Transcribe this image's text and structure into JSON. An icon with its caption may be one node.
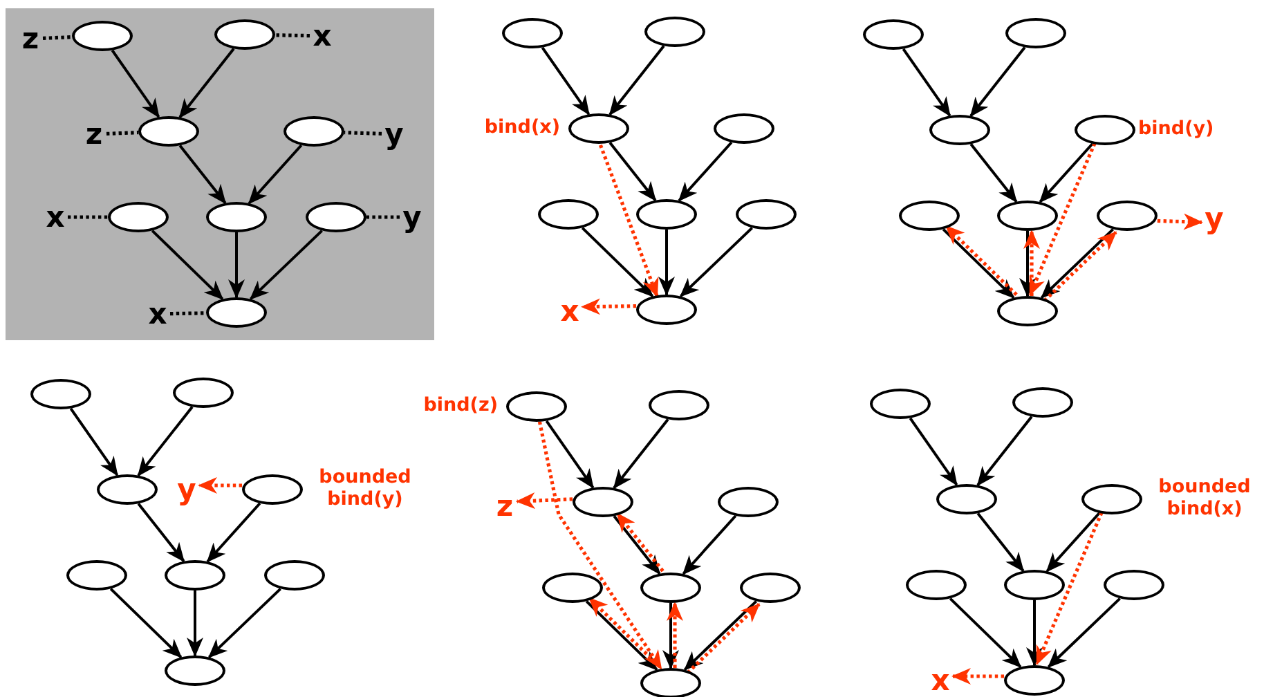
{
  "diagram": {
    "nodes": [
      {
        "text": [],
        "shape": "box"
      },
      {
        "text": [],
        "shape": "ellipse",
        "in": 0
      },
      {
        "text": [],
        "shape": "ellipse",
        "in": 0
      },
      {
        "text": [],
        "shape": "ellipse",
        "in": 0
      },
      {
        "text": [],
        "shape": "ellipse",
        "in": 0
      },
      {
        "text": [],
        "shape": "ellipse",
        "in": 0
      },
      {
        "text": [],
        "shape": "ellipse",
        "in": 0
      },
      {
        "text": [],
        "shape": "ellipse",
        "in": 0
      },
      {
        "text": [],
        "shape": "ellipse",
        "in": 0
      },
      {
        "text": [
          "z"
        ],
        "in": 0
      },
      {
        "text": [
          "x"
        ],
        "in": 0
      },
      {
        "text": [
          "z"
        ],
        "in": 0
      },
      {
        "text": [
          "y"
        ],
        "in": 0
      },
      {
        "text": [
          "x"
        ],
        "in": 0
      },
      {
        "text": [
          "y"
        ],
        "in": 0
      },
      {
        "text": [
          "x"
        ],
        "in": 0
      },
      {
        "text": [],
        "shape": "ellipse"
      },
      {
        "text": [],
        "shape": "ellipse"
      },
      {
        "text": [],
        "shape": "ellipse",
        "beside": [
          "bind(x)"
        ]
      },
      {
        "text": [],
        "shape": "ellipse"
      },
      {
        "text": [],
        "shape": "ellipse"
      },
      {
        "text": [],
        "shape": "ellipse"
      },
      {
        "text": [],
        "shape": "ellipse"
      },
      {
        "text": [],
        "shape": "ellipse"
      },
      {
        "text": [
          "x"
        ]
      },
      {
        "text": [],
        "shape": "ellipse"
      },
      {
        "text": [],
        "shape": "ellipse"
      },
      {
        "text": [],
        "shape": "ellipse"
      },
      {
        "text": [],
        "shape": "ellipse",
        "beside": [
          "bind(y)"
        ]
      },
      {
        "text": [],
        "shape": "ellipse"
      },
      {
        "text": [],
        "shape": "ellipse"
      },
      {
        "text": [],
        "shape": "ellipse"
      },
      {
        "text": [],
        "shape": "ellipse"
      },
      {
        "text": [
          "y"
        ]
      },
      {
        "text": [],
        "shape": "ellipse"
      },
      {
        "text": [],
        "shape": "ellipse"
      },
      {
        "text": [],
        "shape": "ellipse"
      },
      {
        "text": [],
        "shape": "ellipse",
        "beside": [
          "bounded bind(y)"
        ]
      },
      {
        "text": [],
        "shape": "ellipse"
      },
      {
        "text": [],
        "shape": "ellipse"
      },
      {
        "text": [],
        "shape": "ellipse"
      },
      {
        "text": [],
        "shape": "ellipse"
      },
      {
        "text": [
          "y"
        ]
      },
      {
        "text": [],
        "shape": "ellipse",
        "beside": [
          "bind(z)"
        ]
      },
      {
        "text": [],
        "shape": "ellipse"
      },
      {
        "text": [],
        "shape": "ellipse"
      },
      {
        "text": [],
        "shape": "ellipse"
      },
      {
        "text": [],
        "shape": "ellipse"
      },
      {
        "text": [],
        "shape": "ellipse"
      },
      {
        "text": [],
        "shape": "ellipse"
      },
      {
        "text": [],
        "shape": "ellipse"
      },
      {
        "text": [
          "z"
        ]
      },
      {
        "text": [],
        "shape": "ellipse"
      },
      {
        "text": [],
        "shape": "ellipse"
      },
      {
        "text": [],
        "shape": "ellipse"
      },
      {
        "text": [],
        "shape": "ellipse",
        "beside": [
          "bounded bind(x)"
        ]
      },
      {
        "text": [],
        "shape": "ellipse"
      },
      {
        "text": [],
        "shape": "ellipse"
      },
      {
        "text": [],
        "shape": "ellipse"
      },
      {
        "text": [],
        "shape": "ellipse"
      },
      {
        "text": [
          "x"
        ]
      }
    ],
    "edges": [
      {
        "from": 1,
        "to": 3,
        "arrow": "to"
      },
      {
        "from": 2,
        "to": 3,
        "arrow": "to"
      },
      {
        "from": 3,
        "to": 6,
        "arrow": "to"
      },
      {
        "from": 4,
        "to": 6,
        "arrow": "to"
      },
      {
        "from": 5,
        "to": 8,
        "arrow": "to"
      },
      {
        "from": 6,
        "to": 8,
        "arrow": "to"
      },
      {
        "from": 7,
        "to": 8,
        "arrow": "to"
      },
      {
        "from": 9,
        "to": 1,
        "arrow": "none",
        "style": "dashed"
      },
      {
        "from": 10,
        "to": 2,
        "arrow": "none",
        "style": "dashed"
      },
      {
        "from": 11,
        "to": 3,
        "arrow": "none",
        "style": "dashed"
      },
      {
        "from": 12,
        "to": 4,
        "arrow": "none",
        "style": "dashed"
      },
      {
        "from": 13,
        "to": 5,
        "arrow": "none",
        "style": "dashed"
      },
      {
        "from": 14,
        "to": 7,
        "arrow": "none",
        "style": "dashed"
      },
      {
        "from": 15,
        "to": 8,
        "arrow": "none",
        "style": "dashed"
      },
      {
        "from": 16,
        "to": 18,
        "arrow": "to"
      },
      {
        "from": 17,
        "to": 18,
        "arrow": "to"
      },
      {
        "from": 18,
        "to": 21,
        "arrow": "to"
      },
      {
        "from": 19,
        "to": 21,
        "arrow": "to"
      },
      {
        "from": 20,
        "to": 23,
        "arrow": "to"
      },
      {
        "from": 21,
        "to": 23,
        "arrow": "to"
      },
      {
        "from": 22,
        "to": 23,
        "arrow": "to"
      },
      {
        "from": 18,
        "to": 23,
        "arrow": "to",
        "style": "dashed",
        "color": "#ff3300"
      },
      {
        "from": 23,
        "to": 24,
        "arrow": "to",
        "style": "dashed",
        "color": "#ff3300"
      },
      {
        "from": 25,
        "to": 27,
        "arrow": "to"
      },
      {
        "from": 26,
        "to": 27,
        "arrow": "to"
      },
      {
        "from": 27,
        "to": 30,
        "arrow": "to"
      },
      {
        "from": 28,
        "to": 30,
        "arrow": "to"
      },
      {
        "from": 29,
        "to": 32,
        "arrow": "to"
      },
      {
        "from": 30,
        "to": 32,
        "arrow": "to"
      },
      {
        "from": 31,
        "to": 32,
        "arrow": "to"
      },
      {
        "from": 28,
        "to": 32,
        "arrow": "to",
        "style": "dashed",
        "color": "#ff3300"
      },
      {
        "from": 32,
        "to": 29,
        "arrow": "to",
        "style": "dashed",
        "color": "#ff3300"
      },
      {
        "from": 32,
        "to": 30,
        "arrow": "to",
        "style": "dashed",
        "color": "#ff3300"
      },
      {
        "from": 32,
        "to": 31,
        "arrow": "to",
        "style": "dashed",
        "color": "#ff3300"
      },
      {
        "from": 31,
        "to": 33,
        "arrow": "to",
        "style": "dashed",
        "color": "#ff3300"
      },
      {
        "from": 34,
        "to": 36,
        "arrow": "to"
      },
      {
        "from": 35,
        "to": 36,
        "arrow": "to"
      },
      {
        "from": 36,
        "to": 39,
        "arrow": "to"
      },
      {
        "from": 37,
        "to": 39,
        "arrow": "to"
      },
      {
        "from": 38,
        "to": 41,
        "arrow": "to"
      },
      {
        "from": 39,
        "to": 41,
        "arrow": "to"
      },
      {
        "from": 40,
        "to": 41,
        "arrow": "to"
      },
      {
        "from": 37,
        "to": 42,
        "arrow": "to",
        "style": "dashed",
        "color": "#ff3300"
      },
      {
        "from": 43,
        "to": 45,
        "arrow": "to"
      },
      {
        "from": 44,
        "to": 45,
        "arrow": "to"
      },
      {
        "from": 45,
        "to": 48,
        "arrow": "to"
      },
      {
        "from": 46,
        "to": 48,
        "arrow": "to"
      },
      {
        "from": 47,
        "to": 50,
        "arrow": "to"
      },
      {
        "from": 48,
        "to": 50,
        "arrow": "to"
      },
      {
        "from": 49,
        "to": 50,
        "arrow": "to"
      },
      {
        "from": 43,
        "to": 50,
        "arrow": "to",
        "style": "dashed",
        "color": "#ff3300"
      },
      {
        "from": 50,
        "to": 47,
        "arrow": "to",
        "style": "dashed",
        "color": "#ff3300"
      },
      {
        "from": 50,
        "to": 48,
        "arrow": "to",
        "style": "dashed",
        "color": "#ff3300"
      },
      {
        "from": 50,
        "to": 49,
        "arrow": "to",
        "style": "dashed",
        "color": "#ff3300"
      },
      {
        "from": 48,
        "to": 45,
        "arrow": "to",
        "style": "dashed",
        "color": "#ff3300"
      },
      {
        "from": 45,
        "to": 51,
        "arrow": "to",
        "style": "dashed",
        "color": "#ff3300"
      },
      {
        "from": 52,
        "to": 54,
        "arrow": "to"
      },
      {
        "from": 53,
        "to": 54,
        "arrow": "to"
      },
      {
        "from": 54,
        "to": 57,
        "arrow": "to"
      },
      {
        "from": 55,
        "to": 57,
        "arrow": "to"
      },
      {
        "from": 56,
        "to": 59,
        "arrow": "to"
      },
      {
        "from": 57,
        "to": 59,
        "arrow": "to"
      },
      {
        "from": 58,
        "to": 59,
        "arrow": "to"
      },
      {
        "from": 55,
        "to": 59,
        "arrow": "to",
        "style": "dashed",
        "color": "#ff3300"
      },
      {
        "from": 59,
        "to": 60,
        "arrow": "to",
        "style": "dashed",
        "color": "#ff3300"
      }
    ]
  }
}
